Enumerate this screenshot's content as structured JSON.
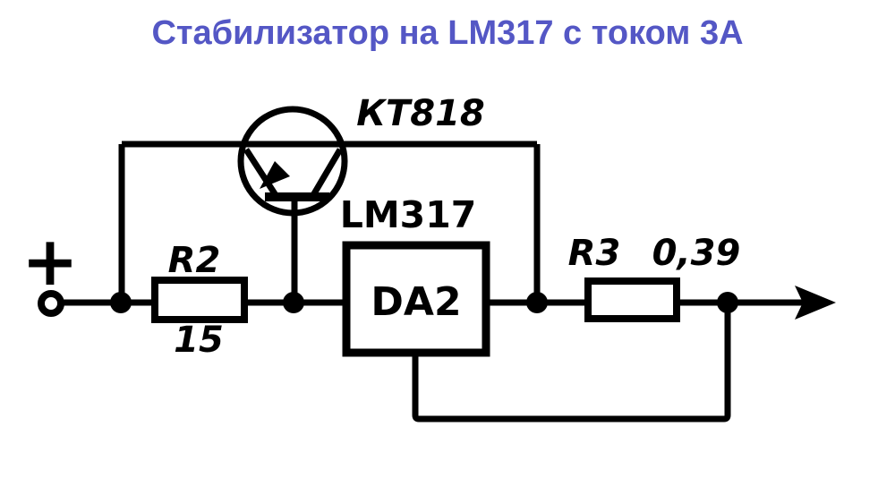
{
  "title": "Стабилизатор на LM317 с током 3А",
  "colors": {
    "title_text": "#5457c5",
    "ink": "#000000",
    "background": "#ffffff"
  },
  "components": {
    "transistor_label": "КТ818",
    "ic_part": "LM317",
    "ic_designator": "DA2",
    "r2_designator": "R2",
    "r2_value": "15",
    "r3_designator": "R3",
    "r3_value": "0,39",
    "input_polarity": "+"
  }
}
